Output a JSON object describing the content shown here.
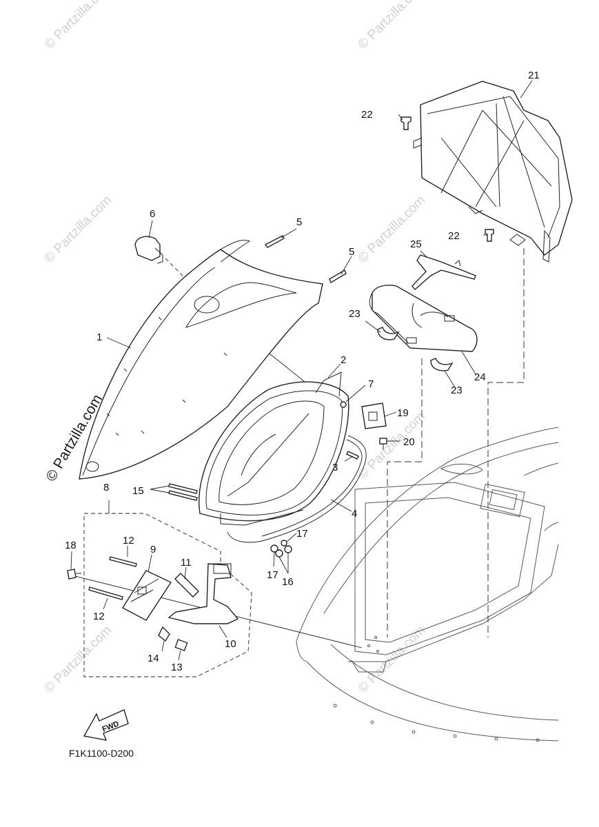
{
  "diagram": {
    "callouts": {
      "c1": "1",
      "c2": "2",
      "c3": "3",
      "c4": "4",
      "c5a": "5",
      "c5b": "5",
      "c6": "6",
      "c7": "7",
      "c8": "8",
      "c9": "9",
      "c10": "10",
      "c11": "11",
      "c12a": "12",
      "c12b": "12",
      "c13": "13",
      "c14": "14",
      "c15": "15",
      "c16": "16",
      "c17a": "17",
      "c17b": "17",
      "c18": "18",
      "c19": "19",
      "c20": "20",
      "c21": "21",
      "c22a": "22",
      "c22b": "22",
      "c23a": "23",
      "c23b": "23",
      "c24": "24",
      "c25": "25"
    },
    "diagram_code": "F1K1100-D200",
    "fwd_label": "FWD",
    "watermark_text": "© Partzilla.com"
  }
}
